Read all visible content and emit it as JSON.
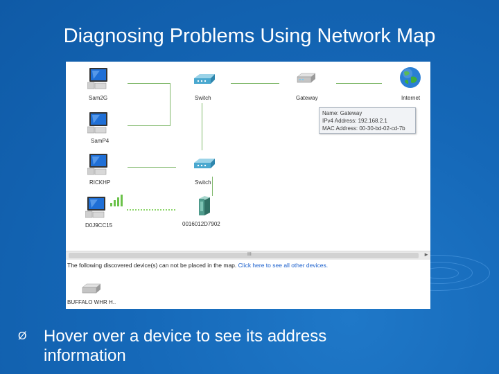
{
  "slide": {
    "title": "Diagnosing Problems Using Network Map",
    "bullet_marker": "Ø",
    "bullet_text_line1": "Hover over a device to see its address",
    "bullet_text_line2": "information"
  },
  "network_map": {
    "devices": {
      "sam2g": "Sam2G",
      "samp4": "SamP4",
      "rickhp": "RICKHP",
      "pc4": "D0J9CC15",
      "switch1": "Switch",
      "switch2": "Switch",
      "gateway": "Gateway",
      "internet": "Internet",
      "media_device": "0016012D7902",
      "buffalo": "BUFFALO WHR H.."
    },
    "tooltip": {
      "name": "Name: Gateway",
      "ipv4": "IPv4 Address: 192.168.2.1",
      "mac": "MAC Address: 00-30-bd-02-cd-7b"
    },
    "notice_text": "The following discovered device(s) can not be placed in the map.",
    "notice_link": "Click here to see all other devices.",
    "scroll_grip": "III",
    "scroll_arrow": "►"
  },
  "colors": {
    "background": "#1568b8",
    "title_text": "#ffffff",
    "connection_line": "#7fb86a",
    "wireless_link": "#8cd56a",
    "link_text": "#1a5fcc"
  },
  "icons": {
    "computer": "computer-icon",
    "switch": "switch-icon",
    "gateway": "gateway-router-icon",
    "internet": "globe-icon",
    "media_device": "media-device-icon",
    "wireless_signal": "wireless-signal-icon",
    "bullet": "arrow-bullet-icon"
  }
}
